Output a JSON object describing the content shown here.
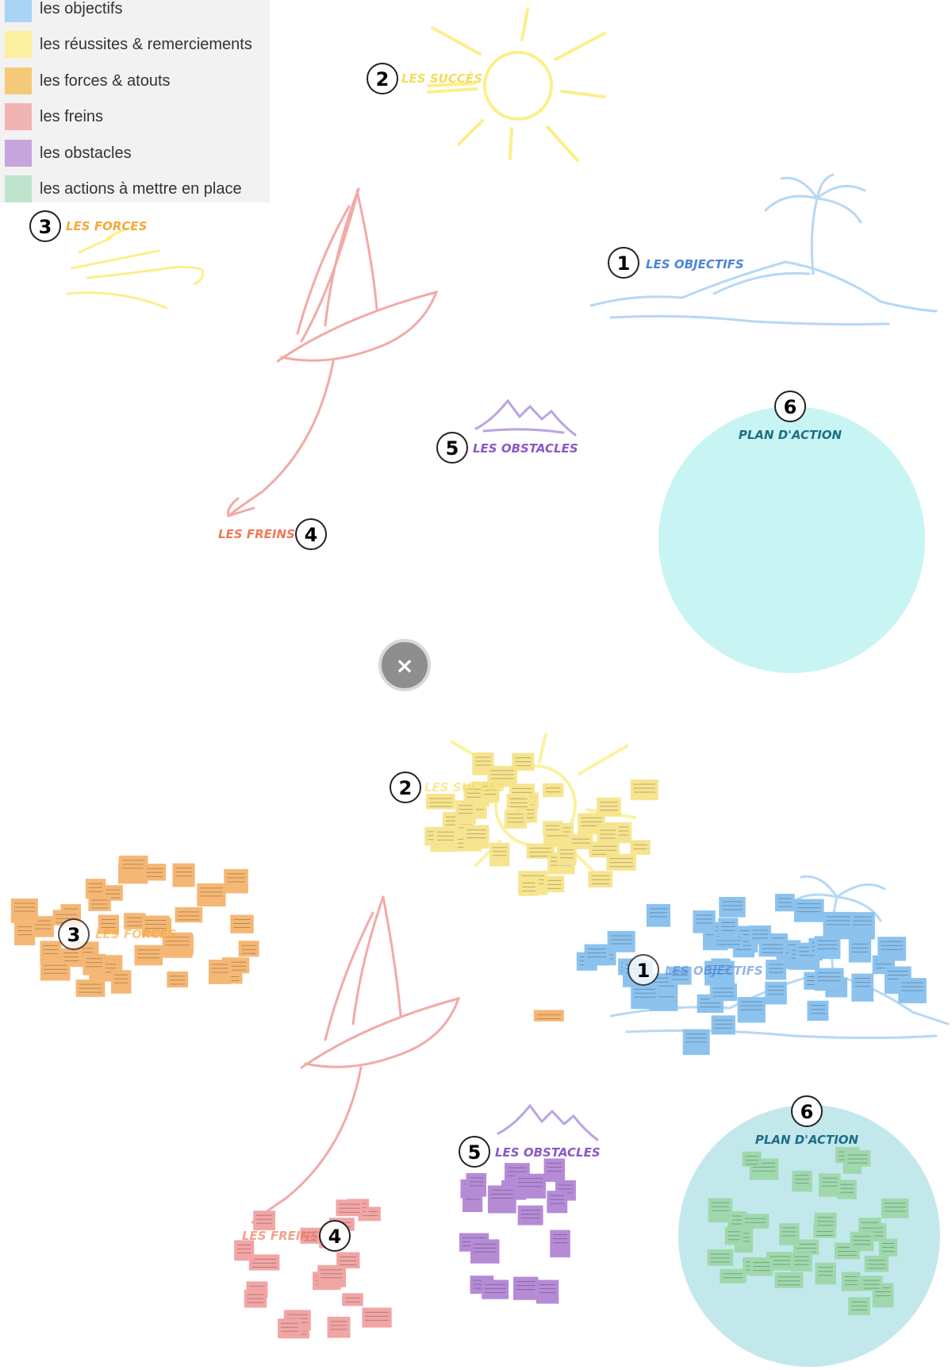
{
  "legend": {
    "items": [
      {
        "label": "les objectifs",
        "color": "#a9d4f5"
      },
      {
        "label": "les réussites & remerciements",
        "color": "#fbefa0"
      },
      {
        "label": "les forces & atouts",
        "color": "#f4c978"
      },
      {
        "label": "les freins",
        "color": "#f2b3b3"
      },
      {
        "label": "les obstacles",
        "color": "#c6a4dc"
      },
      {
        "label": "les actions à mettre en place",
        "color": "#bfe3cc"
      }
    ]
  },
  "sections": {
    "succes": {
      "number": "2",
      "label": "LES SUCCÈS",
      "color": "#f6dc5a"
    },
    "forces": {
      "number": "3",
      "label": "LES FORCES",
      "color": "#f3a93a"
    },
    "objectifs": {
      "number": "1",
      "label": "LES OBJECTIFS",
      "color": "#4a86d8"
    },
    "obstacles": {
      "number": "5",
      "label": "LES OBSTACLES",
      "color": "#8a58c8"
    },
    "freins": {
      "number": "4",
      "label": "LES FREINS",
      "color": "#ee7a5a"
    },
    "plan": {
      "number": "6",
      "label": "PLAN D'ACTION",
      "color": "#1e6f86"
    }
  },
  "filled_board": {
    "succes": {
      "number": "2",
      "label": "LES SUCCÈS"
    },
    "forces": {
      "number": "3",
      "label": "LES FORCES"
    },
    "objectifs": {
      "number": "1",
      "label": "LES OBJECTIFS"
    },
    "obstacles": {
      "number": "5",
      "label": "LES OBSTACLES"
    },
    "freins": {
      "number": "4",
      "label": "LES FREINS"
    },
    "plan": {
      "number": "6",
      "label": "PLAN D'ACTION"
    }
  },
  "close_button": {
    "glyph": "×"
  },
  "colors": {
    "sun": "#fbef8a",
    "boat": "#f2aaa6",
    "island": "#b6d8f5",
    "mountain": "#b9a4e0",
    "circle_top": "#c9f4f4",
    "circle_bottom": "#c2e8ec",
    "note_yellow": "#f7e48f",
    "note_orange": "#f5b774",
    "note_blue": "#8cc2ee",
    "note_pink": "#f2a5a5",
    "note_purple": "#b58bd6",
    "note_green": "#9fd8ad"
  }
}
